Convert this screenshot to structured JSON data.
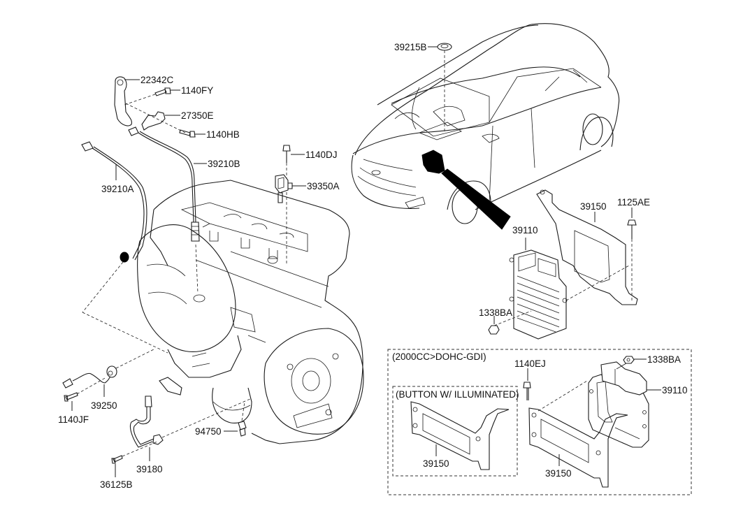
{
  "diagram": {
    "title": "Engine control module / sensors parts diagram",
    "sections": {
      "variant_box_label": "(2000CC>DOHC-GDI)",
      "sub_box_label": "(BUTTON W/ ILLUMINATED)"
    },
    "callouts": {
      "p22342C": "22342C",
      "p1140FY": "1140FY",
      "p27350E": "27350E",
      "p1140HB": "1140HB",
      "p39210B": "39210B",
      "p39210A": "39210A",
      "p1140DJ": "1140DJ",
      "p39350A": "39350A",
      "p39215B": "39215B",
      "p39150_main": "39150",
      "p1125AE": "1125AE",
      "p39110_main": "39110",
      "p1338BA_main": "1338BA",
      "p39250": "39250",
      "p1140JF": "1140JF",
      "p94750": "94750",
      "p39180": "39180",
      "p36125B": "36125B",
      "p1140EJ": "1140EJ",
      "p1338BA_var": "1338BA",
      "p39110_var": "39110",
      "p39150_sub": "39150",
      "p39150_var": "39150"
    }
  }
}
